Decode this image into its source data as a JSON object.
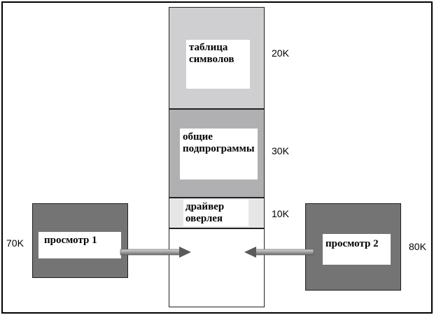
{
  "segments": {
    "symbol_table": {
      "label": "таблица символов",
      "size": "20K"
    },
    "common_routines": {
      "label": "общие подпрограммы",
      "size": "30K"
    },
    "overlay_driver": {
      "label": "драйвер оверлея",
      "size": "10K"
    }
  },
  "passes": {
    "pass1": {
      "label": "просмотр 1",
      "size": "70K"
    },
    "pass2": {
      "label": "просмотр 2",
      "size": "80K"
    }
  },
  "colors": {
    "symbol_table": "#cfcfd1",
    "common_routines": "#b0b0b2",
    "overlay_driver": "#e6e6e6",
    "pass_block": "#747474",
    "overlay_area": "#ffffff"
  }
}
